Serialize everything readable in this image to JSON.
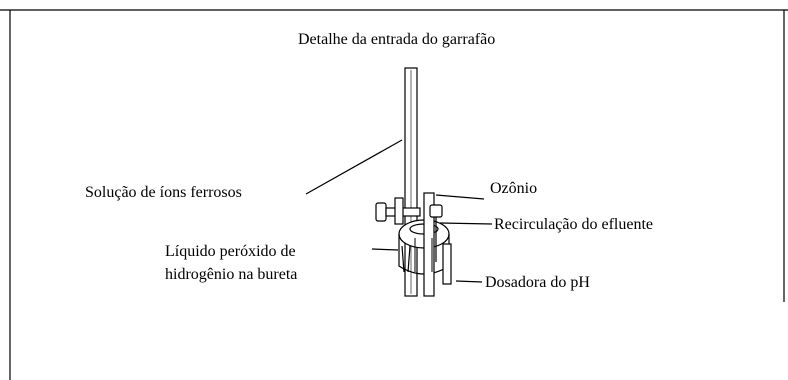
{
  "page_header": "",
  "title": "Detalhe da entrada do garrafão",
  "labels": {
    "ferrous": "Solução de íons ferrosos",
    "ozone": "Ozônio",
    "recirculation": "Recirculação do efluente",
    "peroxide_line1": "Líquido peróxido de",
    "peroxide_line2": "hidrogênio na bureta",
    "ph_doser": "Dosadora do pH"
  }
}
